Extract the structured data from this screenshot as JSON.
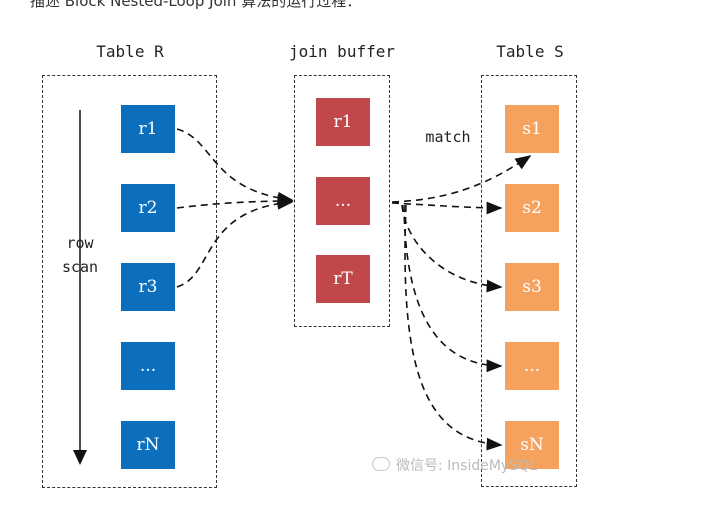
{
  "header_fragment": "描述 Block Nested-Loop Join 算法的运行过程：",
  "columns": {
    "table_r": "Table R",
    "join_buffer": "join buffer",
    "table_s": "Table S"
  },
  "table_r_rows": [
    "r1",
    "r2",
    "r3",
    "...",
    "rN"
  ],
  "buffer_rows": [
    "r1",
    "...",
    "rT"
  ],
  "table_s_rows": [
    "s1",
    "s2",
    "s3",
    "...",
    "sN"
  ],
  "labels": {
    "row": "row",
    "scan": "scan",
    "match": "match"
  },
  "watermark": "微信号: InsideMySQL",
  "colors": {
    "table_r": "#0c6fbd",
    "join_buffer": "#c0484a",
    "table_s": "#f5a25e",
    "line": "#111111"
  }
}
